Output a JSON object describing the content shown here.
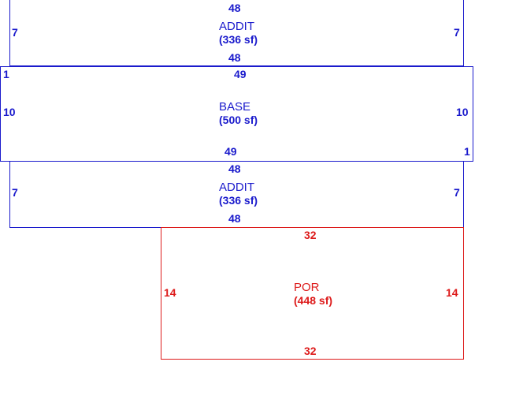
{
  "areas": [
    {
      "name": "ADDIT",
      "area": "(336 sf)",
      "color": "#1a1acc",
      "dims": {
        "top": "48",
        "bottom": "48",
        "left": "7",
        "right": "7"
      }
    },
    {
      "name": "BASE",
      "area": "(500 sf)",
      "color": "#1a1acc",
      "dims": {
        "top": "49",
        "bottom": "49",
        "left": "10",
        "right": "10",
        "top_left": "1",
        "bottom_right": "1"
      }
    },
    {
      "name": "ADDIT",
      "area": "(336 sf)",
      "color": "#1a1acc",
      "dims": {
        "top": "48",
        "bottom": "48",
        "left": "7",
        "right": "7"
      }
    },
    {
      "name": "POR",
      "area": "(448 sf)",
      "color": "#dd1a1a",
      "dims": {
        "top": "32",
        "bottom": "32",
        "left": "14",
        "right": "14"
      }
    }
  ]
}
